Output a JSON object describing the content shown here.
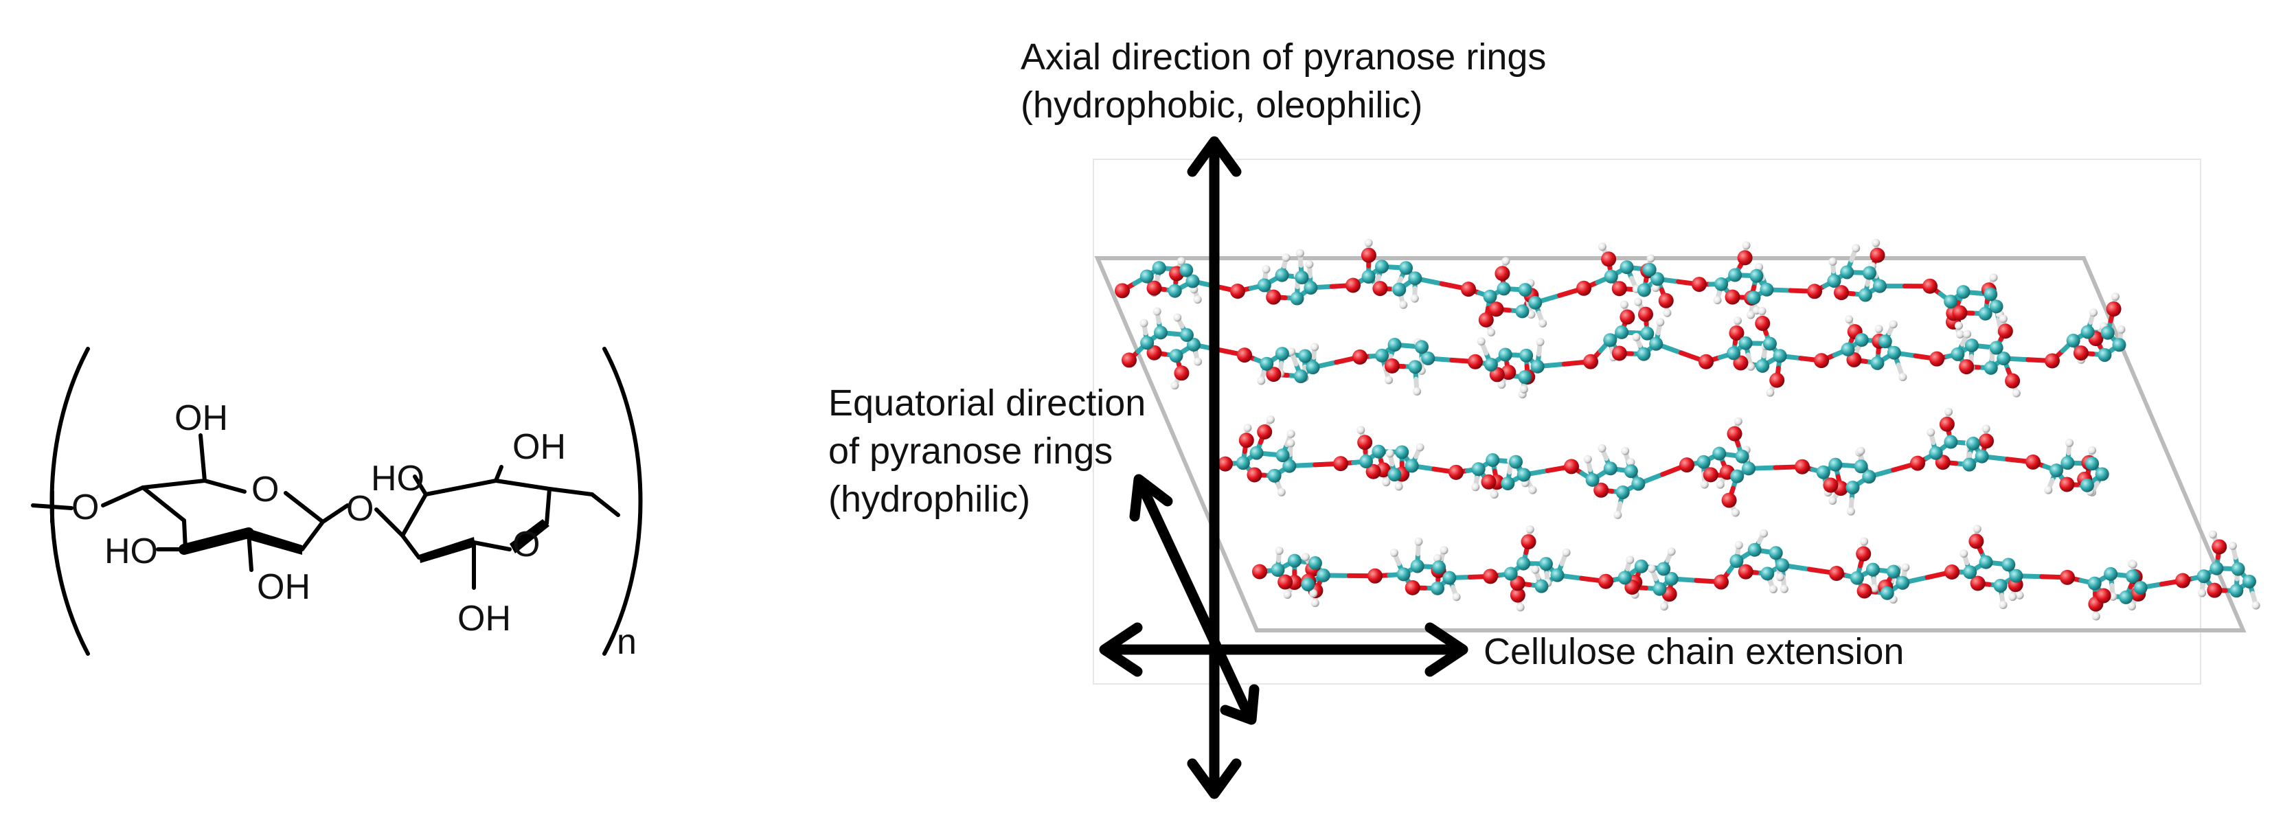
{
  "structure": {
    "oh_label": "OH",
    "ho_label": "HO",
    "o_label": "O",
    "repeat_label": "n"
  },
  "axes": {
    "axial": {
      "line1": "Axial direction of pyranose rings",
      "line2": "(hydrophobic, oleophilic)"
    },
    "equatorial": {
      "line1": "Equatorial direction",
      "line2": "of pyranose rings",
      "line3": "(hydrophilic)"
    },
    "chain": {
      "label": "Cellulose chain extension"
    }
  },
  "colors": {
    "carbon": "#2fa9ad",
    "oxygen": "#e0141e",
    "hydrogen": "#e6e6e6",
    "cell_outline": "#bbbbbb",
    "arrow": "#000000"
  },
  "icons": {
    "model": "ball-and-stick-molecular-model"
  }
}
